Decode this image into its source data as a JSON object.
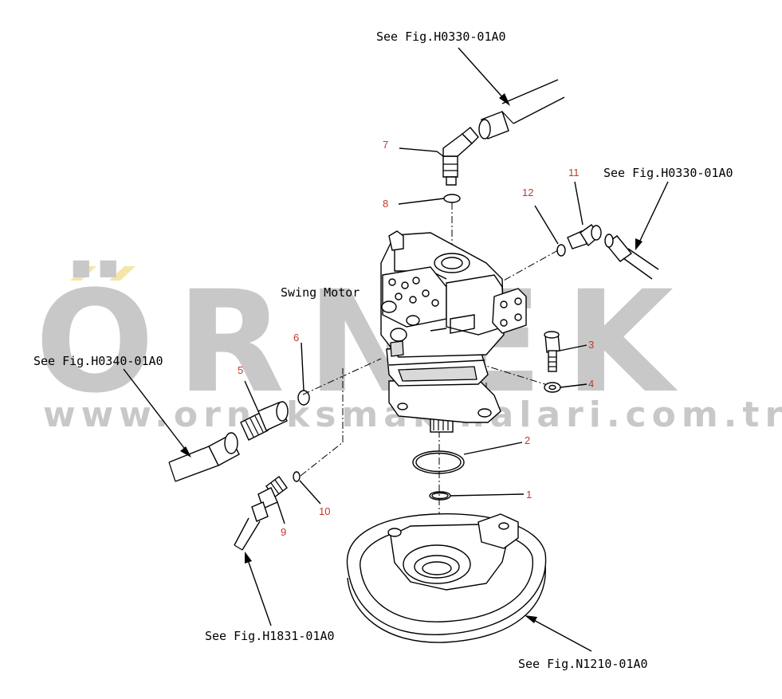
{
  "watermark": {
    "logo": "ÖRNEK",
    "url": "www.orneksmakinalari.com.tr",
    "gray": "#c8c8c8",
    "accent": "#f5e5a8"
  },
  "component": {
    "label": "Swing Motor"
  },
  "references": {
    "top": "See Fig.H0330-01A0",
    "right": "See Fig.H0330-01A0",
    "left": "See Fig.H0340-01A0",
    "bottom_left": "See Fig.H1831-01A0",
    "bottom_right": "See Fig.N1210-01A0"
  },
  "parts": {
    "p1": "1",
    "p2": "2",
    "p3": "3",
    "p4": "4",
    "p5": "5",
    "p6": "6",
    "p7": "7",
    "p8": "8",
    "p9": "9",
    "p10": "10",
    "p11": "11",
    "p12": "12"
  },
  "colors": {
    "line": "#000000",
    "part_number": "#c0392b"
  }
}
